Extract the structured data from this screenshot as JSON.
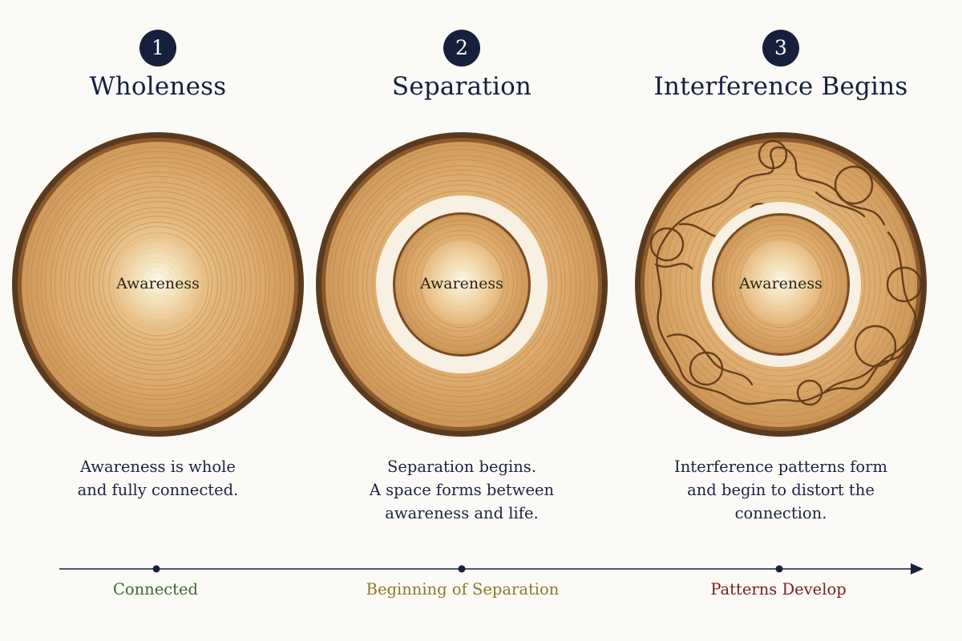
{
  "stages": [
    {
      "number": "1",
      "title": "Wholeness",
      "center_label": "Awareness",
      "description": [
        "Awareness is whole",
        "and fully connected."
      ]
    },
    {
      "number": "2",
      "title": "Separation",
      "center_label": "Awareness",
      "description": [
        "Separation begins.",
        "A space forms between",
        "awareness and life."
      ]
    },
    {
      "number": "3",
      "title": "Interference Begins",
      "center_label": "Awareness",
      "description": [
        "Interference patterns form",
        "and begin to distort the",
        "connection."
      ]
    }
  ],
  "timeline": {
    "labels": [
      "Connected",
      "Beginning of Separation",
      "Patterns Develop"
    ],
    "label_colors": [
      "#3d6b2c",
      "#8a7a2a",
      "#7a2020"
    ]
  },
  "colors": {
    "navy": "#16203c",
    "wood_light": "#f4e2be",
    "wood_mid": "#dcaa6c",
    "bark": "#5a3a1e",
    "gap": "#f8f0e2",
    "interference": "#5a3515"
  },
  "icons": {
    "timeline_arrow": "arrow-right-icon"
  }
}
